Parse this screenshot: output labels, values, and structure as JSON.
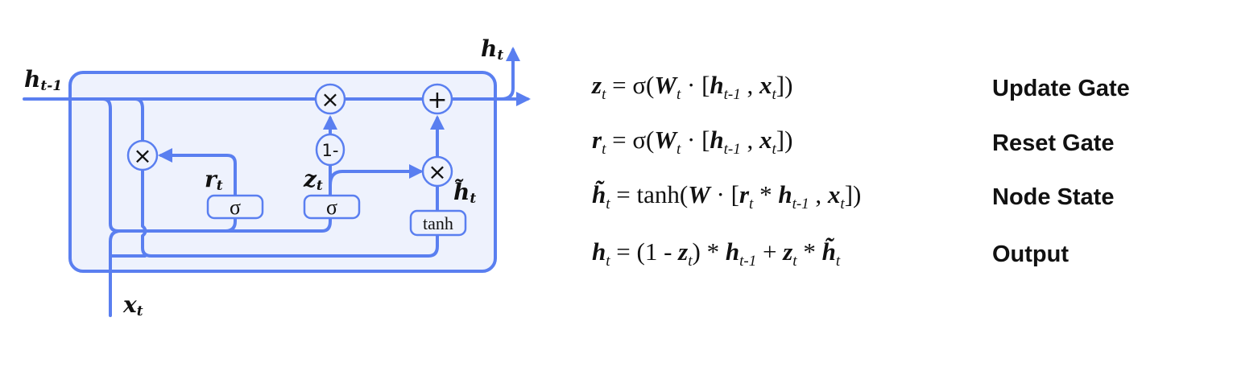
{
  "diagram": {
    "labels": {
      "h_prev": "h",
      "h_prev_sub": "t-1",
      "h_out": "h",
      "h_out_sub": "t",
      "r": "r",
      "r_sub": "t",
      "z": "z",
      "z_sub": "t",
      "h_tilde": "h̃",
      "h_tilde_sub": "t",
      "x": "x",
      "x_sub": "t"
    },
    "ops": {
      "mul": "×",
      "add": "+",
      "one_minus": "1-",
      "sigma": "σ",
      "tanh": "tanh"
    },
    "colors": {
      "line": "#5a7ff0",
      "fill": "#eef2fd"
    }
  },
  "equations": [
    {
      "text": "z_t = σ(W_t · [h_t-1 , x_t])",
      "label": "Update Gate"
    },
    {
      "text": "r_t = σ(W_t · [h_t-1 , x_t])",
      "label": "Reset Gate"
    },
    {
      "text": "h̃_t = tanh(W · [r_t * h_t-1 , x_t])",
      "label": "Node State"
    },
    {
      "text": "h_t = (1 - z_t) * h_t-1 + z_t * h̃_t",
      "label": "Output"
    }
  ]
}
